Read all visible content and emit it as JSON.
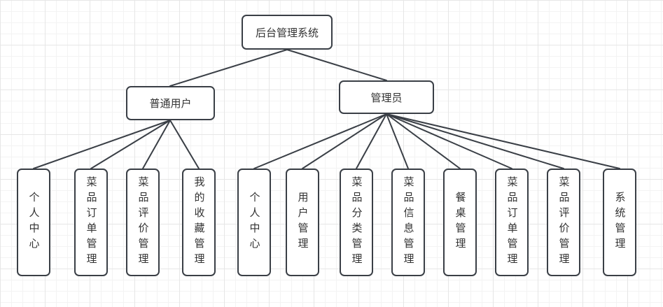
{
  "colors": {
    "node-border": "#3a3f46",
    "node-fill": "#ffffff",
    "text": "#333333",
    "edge": "#3a3f46",
    "grid-minor": "#f3f3f3",
    "grid-major": "#e6e6e6",
    "background": "#ffffff"
  },
  "diagram": {
    "root": {
      "label": "后台管理系统"
    },
    "branches": [
      {
        "label": "普通用户",
        "children": [
          {
            "label": "个人中心"
          },
          {
            "label": "菜品订单管理"
          },
          {
            "label": "菜品评价管理"
          },
          {
            "label": "我的收藏管理"
          }
        ]
      },
      {
        "label": "管理员",
        "children": [
          {
            "label": "个人中心"
          },
          {
            "label": "用户管理"
          },
          {
            "label": "菜品分类管理"
          },
          {
            "label": "菜品信息管理"
          },
          {
            "label": "餐桌管理"
          },
          {
            "label": "菜品订单管理"
          },
          {
            "label": "菜品评价管理"
          },
          {
            "label": "系统管理"
          }
        ]
      }
    ]
  }
}
